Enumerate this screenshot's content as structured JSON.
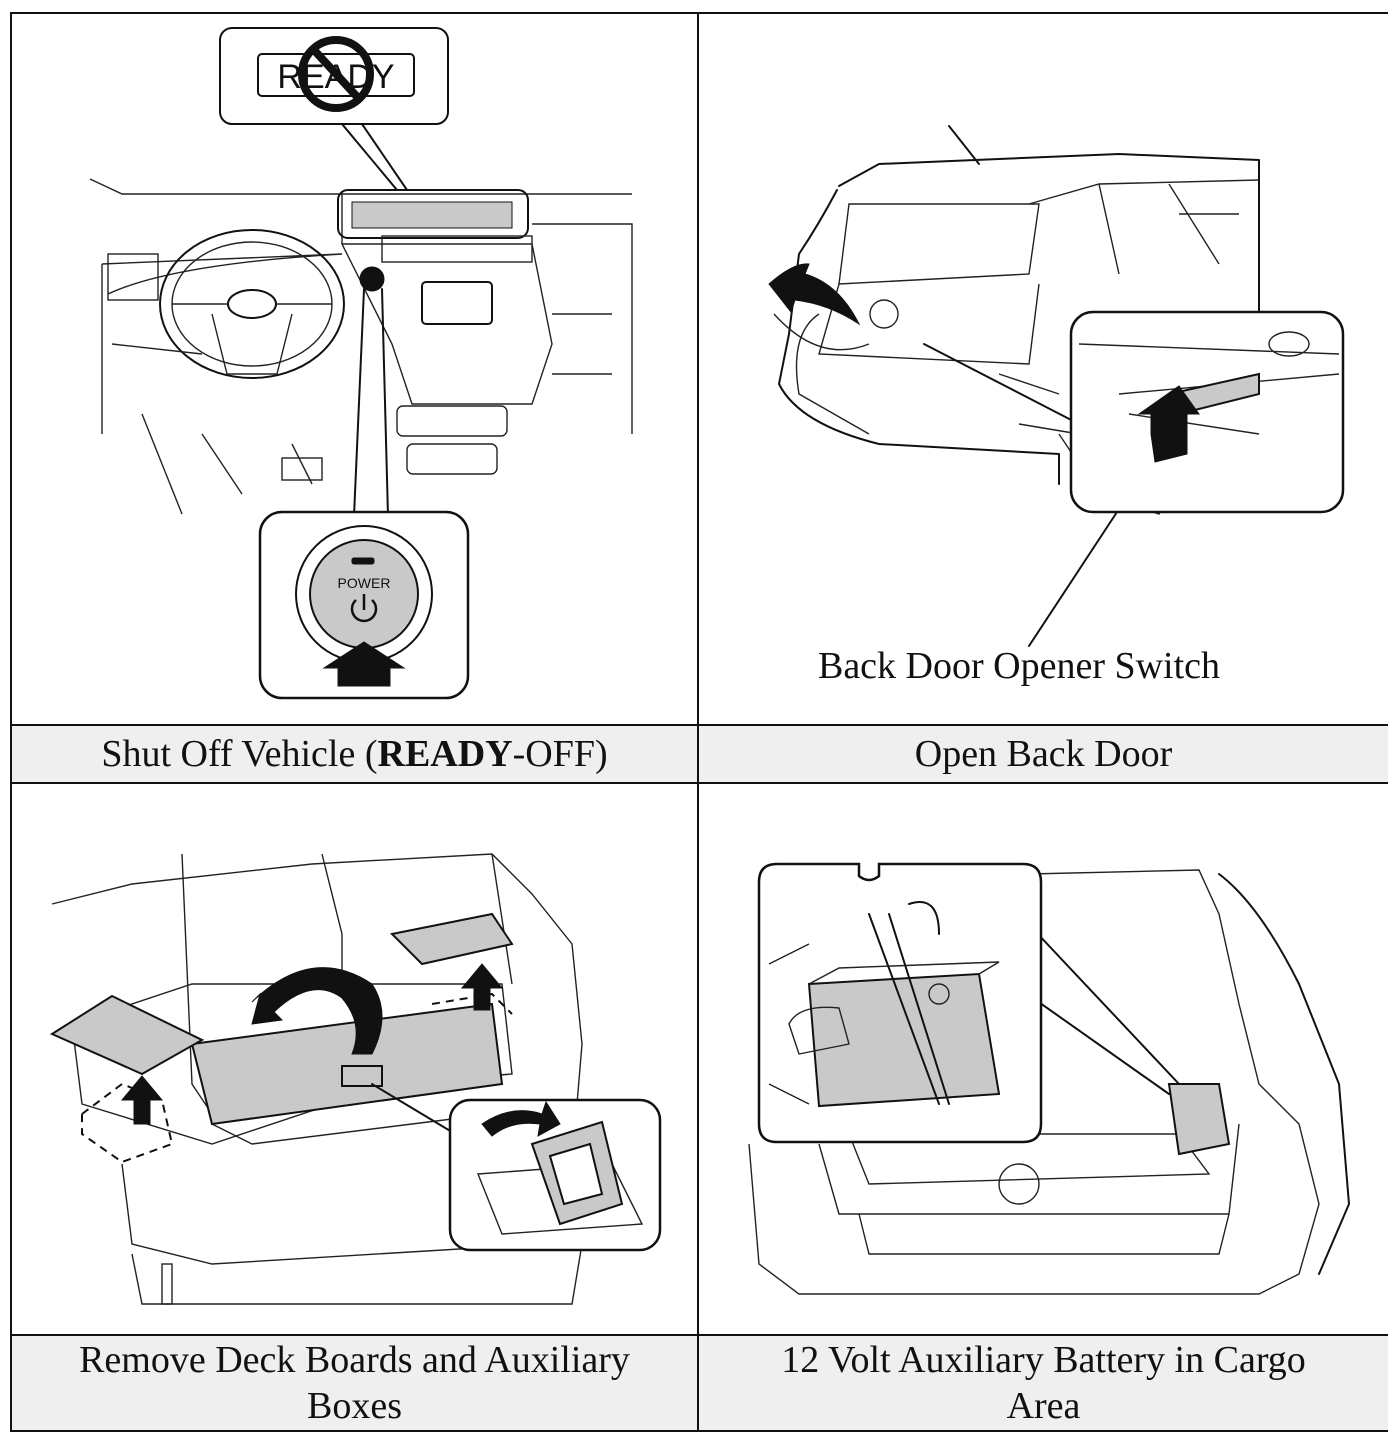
{
  "panels": [
    {
      "caption_prefix": "Shut Off Vehicle (",
      "caption_bold": "READY",
      "caption_suffix": "-OFF)",
      "callout_text": "READY",
      "button_label": "POWER"
    },
    {
      "caption": "Open Back Door",
      "callout_label": "Back Door Opener Switch"
    },
    {
      "caption_line1": "Remove Deck Boards and Auxiliary",
      "caption_line2": "Boxes"
    },
    {
      "caption_line1": "12 Volt Auxiliary Battery in Cargo",
      "caption_line2": "Area"
    }
  ],
  "icons": {
    "prohibited": "prohibited-sign-icon",
    "arrow": "black-arrow-icon",
    "power": "power-symbol-icon"
  }
}
